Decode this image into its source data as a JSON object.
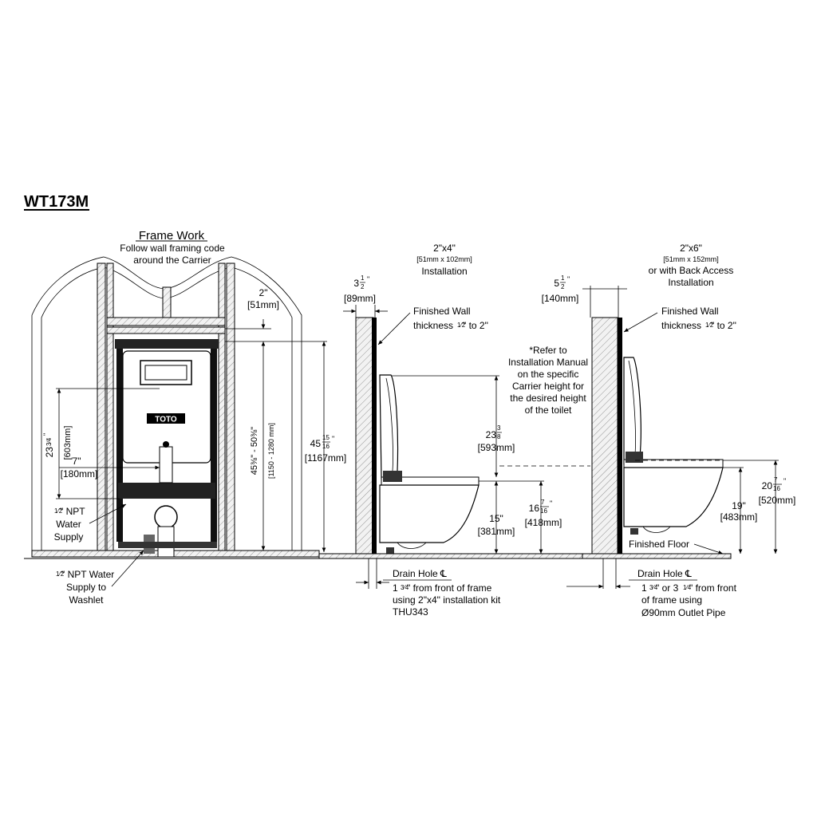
{
  "model": "WT173M",
  "frame_work": {
    "title": "Frame Work",
    "note_line1": "Follow wall framing code",
    "note_line2": "around the Carrier",
    "brand": "TOTO"
  },
  "left_dims": {
    "top_gap": "2\"",
    "top_gap_mm": "[51mm]",
    "height_23_whole": "23",
    "height_23_frac": "3⁄4",
    "height_23_inch": "\"",
    "height_23_mm": "[603mm]",
    "width_7": "7\"",
    "width_7_mm": "[180mm]",
    "range": "45⅜\" - 50⅜\"",
    "range_mm": "[1150 - 1280 mm]",
    "carrier_whole": "45",
    "carrier_num": "15",
    "carrier_den": "16",
    "carrier_inch": "\"",
    "carrier_mm": "[1167mm]"
  },
  "left_labels": {
    "npt_supply_frac": "1⁄2",
    "npt_supply_l1": "\" NPT",
    "npt_supply_l2": "Water",
    "npt_supply_l3": "Supply",
    "npt_washlet_frac": "1⁄2",
    "npt_washlet_l1": "\" NPT Water",
    "npt_washlet_l2": "Supply to",
    "npt_washlet_l3": "Washlet"
  },
  "install_2x4": {
    "title": "2\"x4\"",
    "mm": "[51mm x 102mm]",
    "label": "Installation",
    "depth_whole": "3",
    "depth_num": "1",
    "depth_den": "2",
    "depth_inch": "\"",
    "depth_mm": "[89mm]",
    "finished_wall_l1": "Finished Wall",
    "finished_wall_l2a": "thickness",
    "finished_wall_frac": "1⁄2",
    "finished_wall_l2b": "\" to 2\"",
    "note_l1": "*Refer to",
    "note_l2": "Installation Manual",
    "note_l3": "on the specific",
    "note_l4": "Carrier height for",
    "note_l5": "the desired height",
    "note_l6": "of the toilet",
    "seat_whole": "23",
    "seat_num": "3",
    "seat_den": "8",
    "seat_mm": "[593mm]",
    "outlet": "15\"",
    "outlet_mm": "[381mm]",
    "rim_whole": "16",
    "rim_num": "7",
    "rim_den": "16",
    "rim_inch": "\"",
    "rim_mm": "[418mm]",
    "drain_label": "Drain Hole ℄",
    "drain_l1a": "1",
    "drain_l1_frac": "3⁄4",
    "drain_l1b": "\" from front of frame",
    "drain_l2": "using 2\"x4\" installation kit",
    "drain_l3": "THU343"
  },
  "install_2x6": {
    "title": "2\"x6\"",
    "mm": "[51mm x 152mm]",
    "label_l1": "or with Back Access",
    "label_l2": "Installation",
    "depth_whole": "5",
    "depth_num": "1",
    "depth_den": "2",
    "depth_inch": "\"",
    "depth_mm": "[140mm]",
    "finished_wall_l1": "Finished Wall",
    "finished_wall_l2a": "thickness",
    "finished_wall_frac": "1⁄2",
    "finished_wall_l2b": "\" to 2\"",
    "rim": "19\"",
    "rim_mm": "[483mm]",
    "seat_whole": "20",
    "seat_num": "7",
    "seat_den": "16",
    "seat_inch": "\"",
    "seat_mm": "[520mm]",
    "finished_floor": "Finished Floor",
    "drain_label": "Drain Hole ℄",
    "drain_l1a": "1",
    "drain_l1_frac": "3⁄4",
    "drain_l1b": "\" or 3",
    "drain_l1_frac2": "1⁄4",
    "drain_l1c": "\" from front",
    "drain_l2": "of frame using",
    "drain_l3": "Ø90mm Outlet Pipe"
  }
}
